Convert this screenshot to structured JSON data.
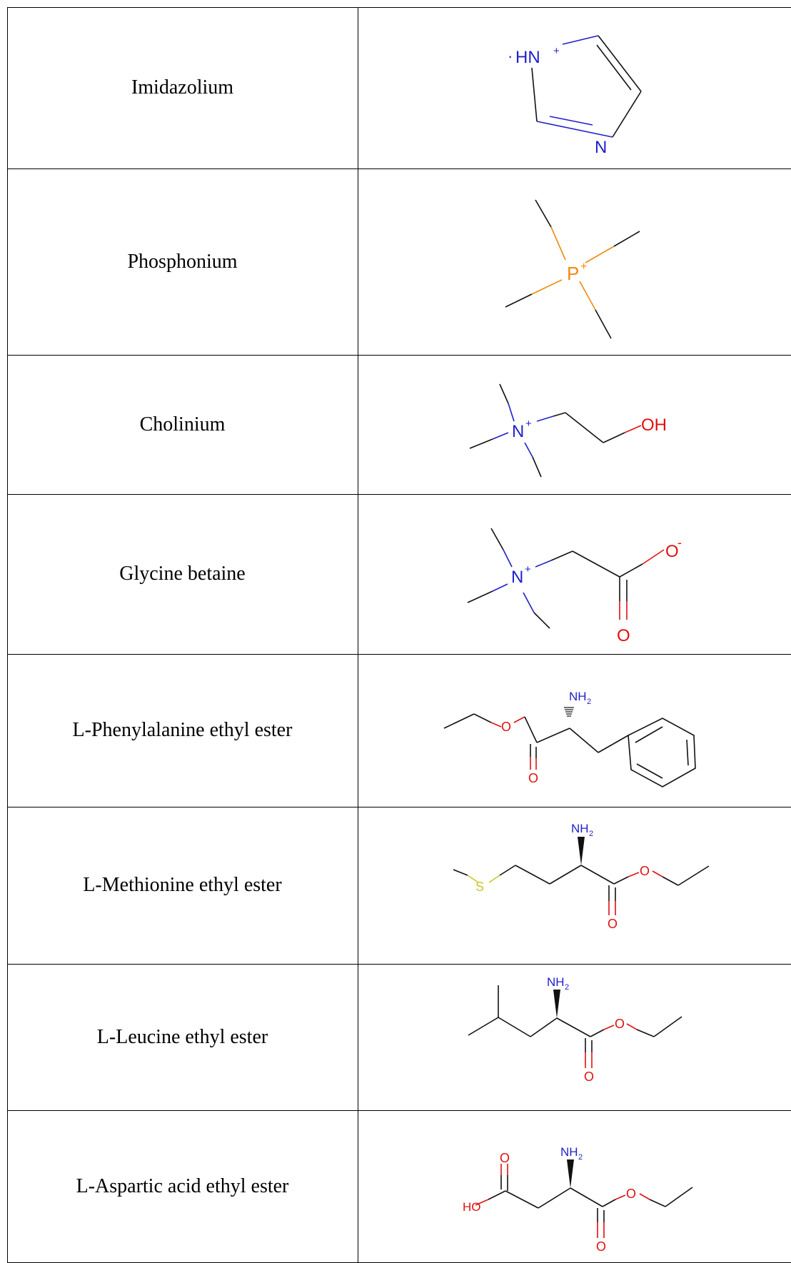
{
  "table": {
    "rows": [
      {
        "name": "Imidazolium",
        "structure": "imidazolium-structure",
        "atoms": {
          "nh": "HN",
          "nh_charge": "+",
          "radical": "·",
          "n": "N"
        }
      },
      {
        "name": "Phosphonium",
        "structure": "phosphonium-structure",
        "atoms": {
          "p": "P",
          "p_charge": "+"
        }
      },
      {
        "name": "Cholinium",
        "structure": "cholinium-structure",
        "atoms": {
          "n": "N",
          "n_charge": "+",
          "oh": "OH"
        }
      },
      {
        "name": "Glycine betaine",
        "structure": "glycine-betaine-structure",
        "atoms": {
          "n": "N",
          "n_charge": "+",
          "o_minus": "O",
          "o_charge": "-",
          "o": "O"
        }
      },
      {
        "name": "L-Phenylalanine ethyl ester",
        "structure": "phenylalanine-ester-structure",
        "atoms": {
          "nh2": "NH",
          "sub2": "2",
          "o_ester": "O",
          "o_carbonyl": "O"
        }
      },
      {
        "name": "L-Methionine ethyl ester",
        "structure": "methionine-ester-structure",
        "atoms": {
          "nh2": "NH",
          "sub2": "2",
          "s": "S",
          "o_ester": "O",
          "o_carbonyl": "O"
        }
      },
      {
        "name": "L-Leucine ethyl ester",
        "structure": "leucine-ester-structure",
        "atoms": {
          "nh2": "NH",
          "sub2": "2",
          "o_ester": "O",
          "o_carbonyl": "O"
        }
      },
      {
        "name": "L-Aspartic acid ethyl ester",
        "structure": "aspartic-ester-structure",
        "atoms": {
          "nh2": "NH",
          "sub2": "2",
          "ho": "HO",
          "o_acid": "O",
          "o_ester": "O",
          "o_carbonyl": "O"
        }
      }
    ]
  },
  "colors": {
    "nitrogen": "#1f1fcc",
    "oxygen": "#e01010",
    "phosphorus": "#f08a10",
    "sulfur": "#c8c820",
    "carbon": "#111111",
    "border": "#000000"
  }
}
